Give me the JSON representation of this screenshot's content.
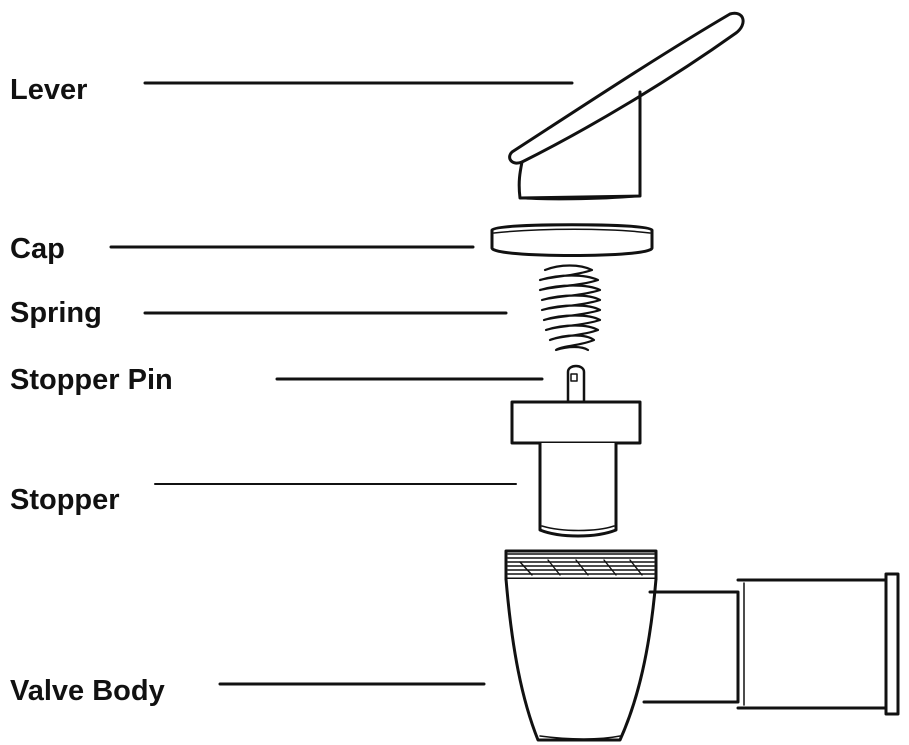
{
  "diagram": {
    "parts": [
      {
        "id": "lever",
        "label": "Lever"
      },
      {
        "id": "cap",
        "label": "Cap"
      },
      {
        "id": "spring",
        "label": "Spring"
      },
      {
        "id": "stopper-pin",
        "label": "Stopper Pin"
      },
      {
        "id": "stopper",
        "label": "Stopper"
      },
      {
        "id": "valve-body",
        "label": "Valve Body"
      }
    ]
  },
  "colors": {
    "ink": "#111111",
    "background": "#ffffff"
  }
}
